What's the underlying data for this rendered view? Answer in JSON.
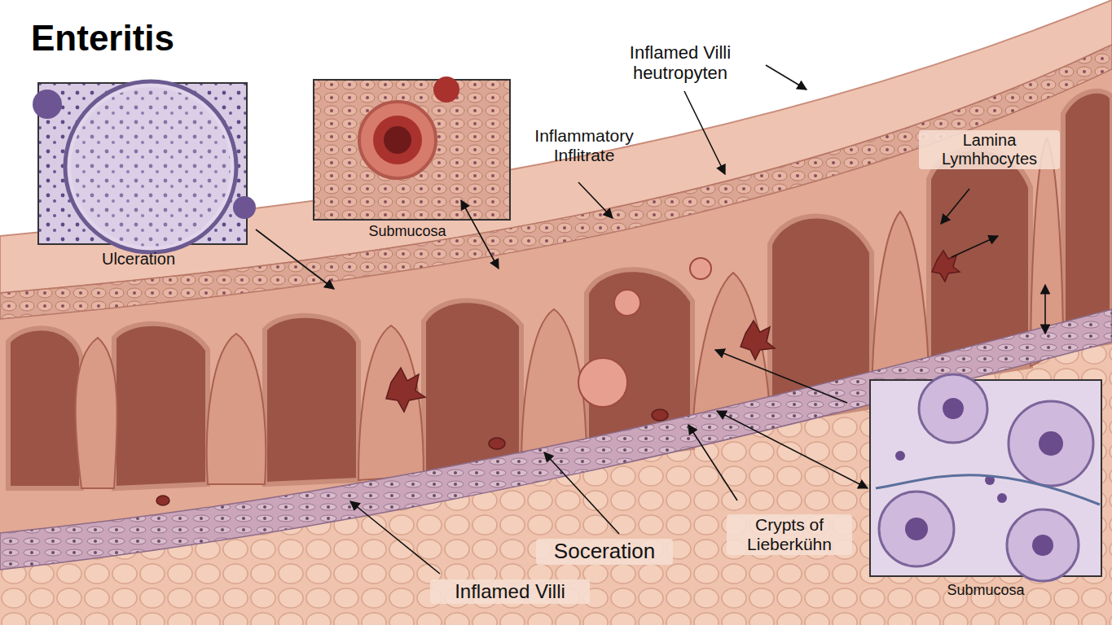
{
  "diagram": {
    "title": "Enteritis",
    "labels": [
      "Inflamed Villi heutropyten",
      "Inflammatory Inflitrate",
      "Lamina Lymhhocytes",
      "Submucosa",
      "Ulceration",
      "Crypts of Lieberkühn",
      "Soceration",
      "Inflamed Villi",
      "Submucosa"
    ]
  }
}
